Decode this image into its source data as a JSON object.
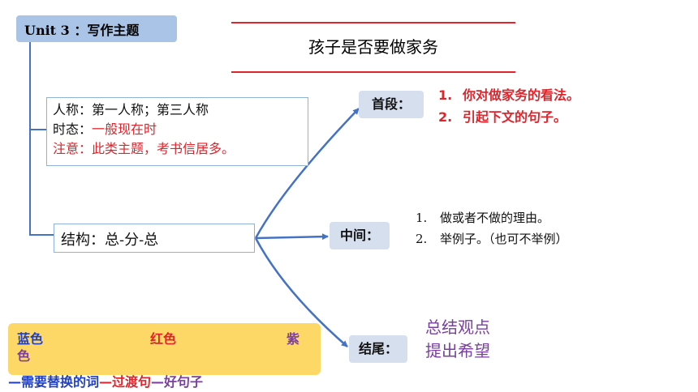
{
  "unit_label": "Unit 3 ：写作主题",
  "title": "孩子是否要做家务",
  "info": {
    "person": "人称：第一人称；第三人称",
    "tense_label": "时态：",
    "tense_value": "一般现在时",
    "note": "注意：此类主题，考书信居多。"
  },
  "structure": "结构：总-分-总",
  "nodes": {
    "first": "首段：",
    "middle": "中间：",
    "end": "结尾："
  },
  "first_items": [
    {
      "num": "1.",
      "text": "你对做家务的看法。"
    },
    {
      "num": "2.",
      "text": "引起下文的句子。"
    }
  ],
  "middle_items": [
    {
      "num": "1.",
      "text": "做或者不做的理由。"
    },
    {
      "num": "2.",
      "text": "举例子。（也可不举例）"
    }
  ],
  "end_items": [
    "总结观点",
    "提出希望"
  ],
  "legend": {
    "blue": "蓝色",
    "red": "红色",
    "purple_a": "紫",
    "purple_b": "色",
    "foot_blue": "—需要替换的词",
    "foot_red": "—过渡句",
    "foot_purple": "—好句子"
  },
  "colors": {
    "connector": "#4472c4",
    "red": "#e0242b",
    "blue": "#1f3fc4",
    "purple": "#7a3fa0",
    "legend_bg": "#fdd866"
  }
}
